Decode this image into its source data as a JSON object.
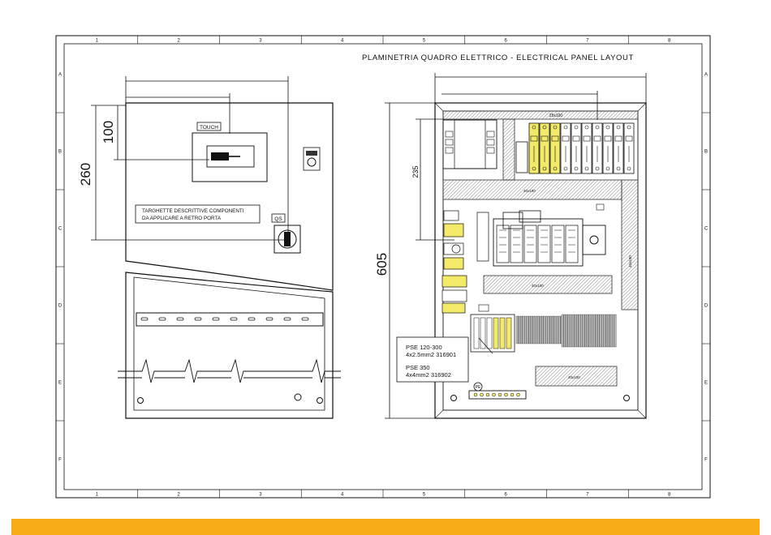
{
  "title": "PLAMINETRIA QUADRO ELETTRICO - ELECTRICAL PANEL LAYOUT",
  "frame": {
    "columns": [
      "1",
      "2",
      "3",
      "4",
      "5",
      "6",
      "7",
      "8"
    ],
    "rows": [
      "A",
      "B",
      "C",
      "D",
      "E",
      "F"
    ]
  },
  "door_view": {
    "dim_height": "260",
    "dim_touch": "100",
    "touch_label": "TOUCH",
    "qs_label": "QS",
    "note_line1": "TARGHETTE DESCRITTIVE COMPONENTI",
    "note_line2": "DA APPLICARE A RETRO PORTA"
  },
  "panel_view": {
    "dim_height": "605",
    "dim_inner": "235",
    "duct_label": "25x100",
    "duct_short": "40x100",
    "pe_label": "PE",
    "callout_line1": "PSE 120-300",
    "callout_line2": "4x2.5mm2  316901",
    "callout_line3": "PSE 350",
    "callout_line4": "4x4mm2  316902"
  },
  "colors": {
    "accent_bar": "#f6ad15",
    "component_yellow": "#f4ea6a"
  }
}
